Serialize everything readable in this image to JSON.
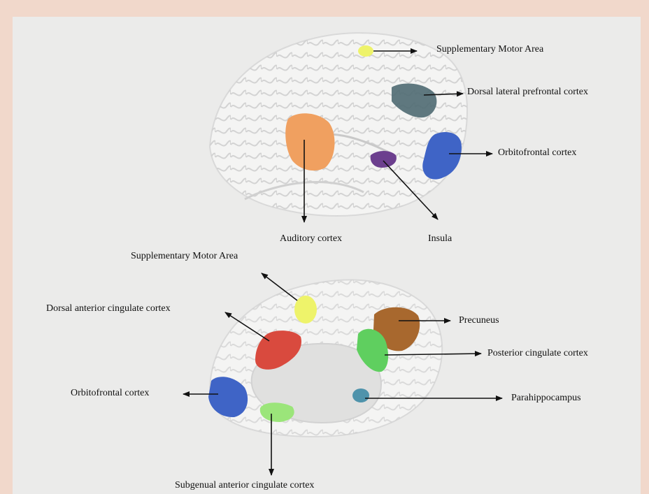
{
  "labels": {
    "lateral": {
      "supplementary_motor_area": "Supplementary Motor Area",
      "dlpfc": "Dorsal lateral prefrontal cortex",
      "orbitofrontal": "Orbitofrontal cortex",
      "auditory": "Auditory cortex",
      "insula": "Insula"
    },
    "medial": {
      "supplementary_motor_area": "Supplementary Motor Area",
      "dacc": "Dorsal anterior cingulate cortex",
      "precuneus": "Precuneus",
      "pcc": "Posterior cingulate cortex",
      "orbitofrontal": "Orbitofrontal cortex",
      "parahippocampus": "Parahippocampus",
      "sgacc": "Subgenual anterior cingulate cortex"
    }
  },
  "colors": {
    "sma": "#eef36a",
    "dlpfc": "#4f6a72",
    "orbitofrontal": "#3f64c6",
    "auditory": "#f0a060",
    "insula": "#6c3f8e",
    "dacc": "#d94a3e",
    "precuneus": "#a8682e",
    "pcc": "#5fcf5f",
    "parahippocampus": "#4f93ab",
    "sgacc": "#9be57a"
  }
}
